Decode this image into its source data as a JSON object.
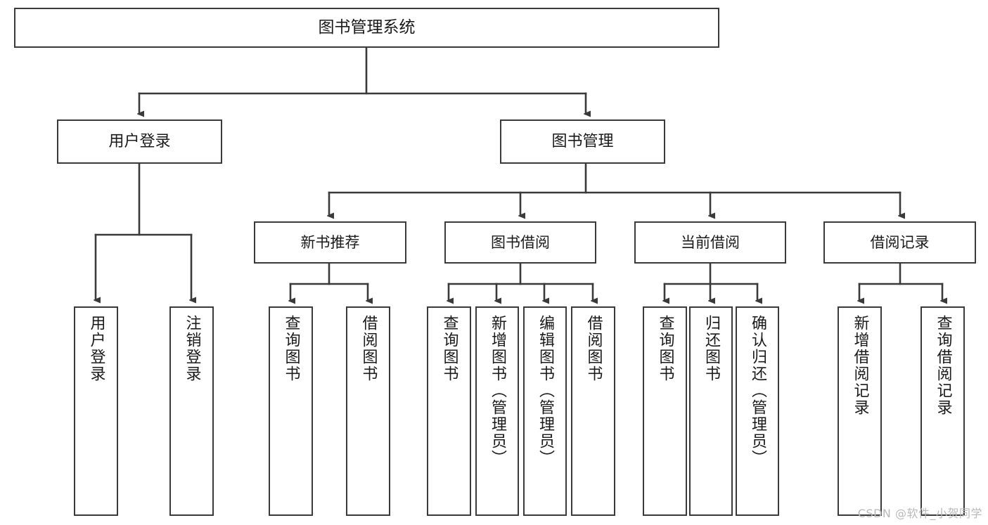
{
  "diagram": {
    "title": "图书管理系统",
    "root": {
      "label": "图书管理系统",
      "id": "root"
    },
    "level2": [
      {
        "id": "user-login",
        "label": "用户登录"
      },
      {
        "id": "book-management",
        "label": "图书管理"
      }
    ],
    "level3": [
      {
        "id": "new-book-recommend",
        "label": "新书推荐"
      },
      {
        "id": "book-borrow",
        "label": "图书借阅"
      },
      {
        "id": "current-borrow",
        "label": "当前借阅"
      },
      {
        "id": "borrow-record",
        "label": "借阅记录"
      }
    ],
    "leaves": [
      {
        "id": "leaf-user-login",
        "label": "用户登录",
        "parent": "用户登录"
      },
      {
        "id": "leaf-logout-login",
        "label": "注销登录",
        "parent": "用户登录"
      },
      {
        "id": "leaf-query-book-1",
        "label": "查询图书",
        "parent": "新书推荐"
      },
      {
        "id": "leaf-borrow-book-1",
        "label": "借阅图书",
        "parent": "新书推荐"
      },
      {
        "id": "leaf-query-book-2",
        "label": "查询图书",
        "parent": "图书借阅"
      },
      {
        "id": "leaf-add-book-admin",
        "label": "新增图书（管理员）",
        "parent": "图书借阅"
      },
      {
        "id": "leaf-edit-book-admin",
        "label": "编辑图书（管理员）",
        "parent": "图书借阅"
      },
      {
        "id": "leaf-borrow-book-2",
        "label": "借阅图书",
        "parent": "图书借阅"
      },
      {
        "id": "leaf-query-book-3",
        "label": "查询图书",
        "parent": "当前借阅"
      },
      {
        "id": "leaf-return-book",
        "label": "归还图书",
        "parent": "当前借阅"
      },
      {
        "id": "leaf-confirm-return-admin",
        "label": "确认归还（管理员）",
        "parent": "当前借阅"
      },
      {
        "id": "leaf-add-borrow-record",
        "label": "新增借阅记录",
        "parent": "借阅记录"
      },
      {
        "id": "leaf-query-borrow-record",
        "label": "查询借阅记录",
        "parent": "借阅记录"
      }
    ],
    "watermark": "CSDN @软件_小贺同学",
    "colors": {
      "border": "#3a3a3a",
      "background": "#ffffff",
      "text": "#1a1a1a",
      "watermark": "#b9b9b9"
    }
  }
}
